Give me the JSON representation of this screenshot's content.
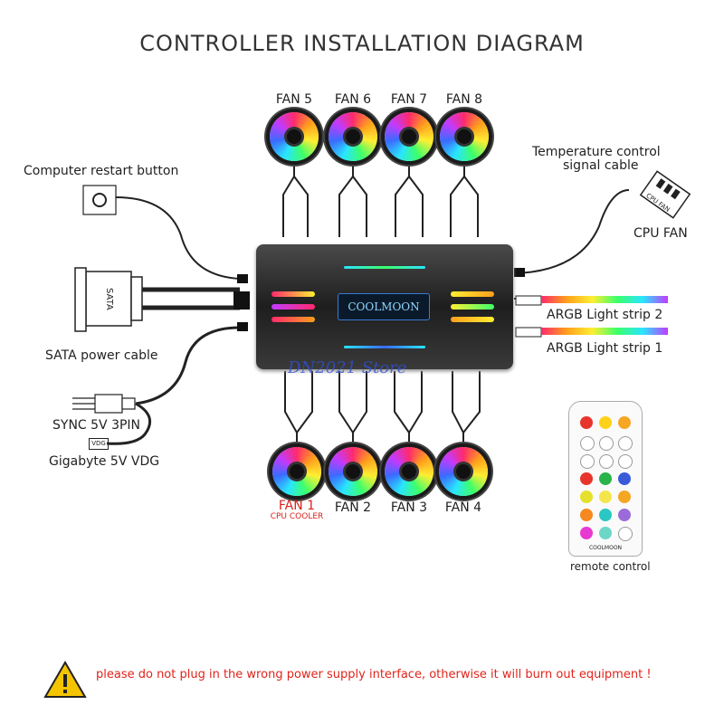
{
  "title": "CONTROLLER INSTALLATION DIAGRAM",
  "fans_top": [
    "FAN 5",
    "FAN 6",
    "FAN 7",
    "FAN 8"
  ],
  "fans_bottom": [
    "FAN 1",
    "FAN 2",
    "FAN 3",
    "FAN 4"
  ],
  "fan1_sub": "CPU COOLER",
  "left_labels": {
    "restart": "Computer restart button",
    "sata_icon": "SATA",
    "sata": "SATA power cable",
    "sync": "SYNC 5V 3PIN",
    "vdg_icon": "VDG",
    "vdg": "Gigabyte 5V VDG"
  },
  "right_labels": {
    "temp_line1": "Temperature control",
    "temp_line2": "signal cable",
    "cpu_fan_icon": "CPU FAN",
    "cpu_fan": "CPU FAN",
    "strip2": "ARGB Light strip 2",
    "strip1": "ARGB Light strip 1",
    "remote": "remote control",
    "remote_brand": "COOLMOON"
  },
  "hub_logo": "COOLMOON",
  "watermark": "DN2021 Store",
  "warning": "please do not plug in the wrong power supply interface, otherwise it will burn out equipment !",
  "colors": {
    "warning_red": "#e0241b",
    "warning_yellow": "#f5c400",
    "fan1_red": "#d8231c"
  }
}
